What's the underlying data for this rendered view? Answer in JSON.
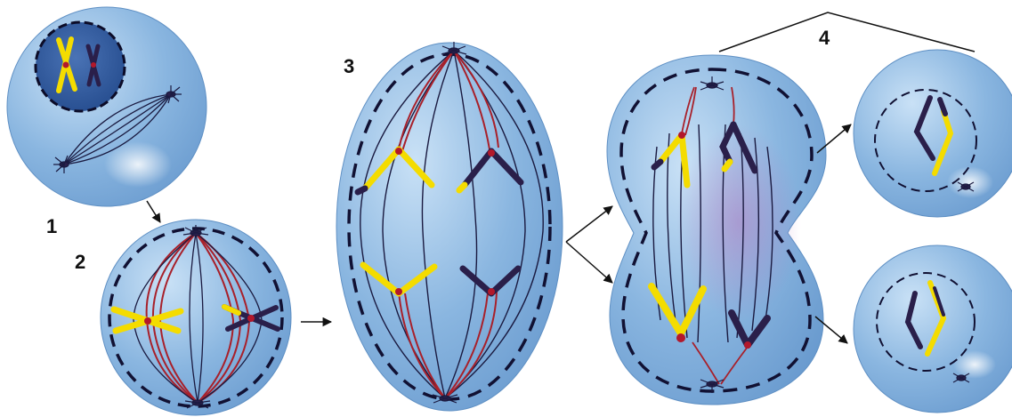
{
  "labels": {
    "stage_1": "1",
    "stage_2": "2",
    "stage_3": "3",
    "stage_4": "4"
  },
  "colors": {
    "cell_fill": "#8ab6e0",
    "cell_edge": "#6b98c9",
    "membrane_dash": "#1a1a40",
    "spindle_fiber": "#1a1a40",
    "kinetochore_fiber": "#a8202a",
    "chromosome_yellow": "#f4dc00",
    "chromosome_dark": "#2a1f4a",
    "centromere": "#b2182b",
    "arrow": "#111111"
  },
  "icons": {
    "centrosome": "centrosome-icon",
    "chromosome": "chromosome-icon",
    "arrow": "arrow-icon"
  }
}
